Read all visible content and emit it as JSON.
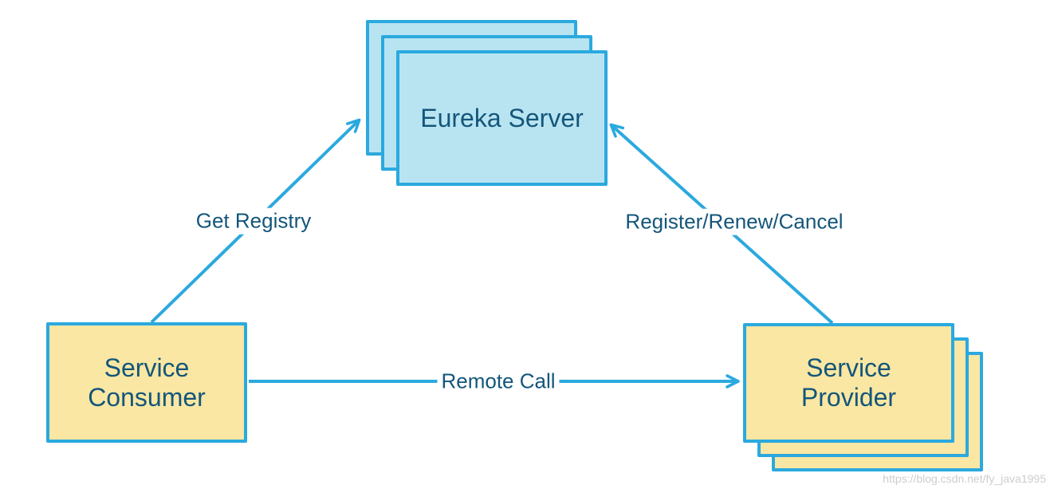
{
  "nodes": {
    "eureka": {
      "label": "Eureka Server"
    },
    "consumer": {
      "label": "Service\nConsumer"
    },
    "provider": {
      "label": "Service\nProvider"
    }
  },
  "edges": {
    "get_registry": {
      "label": "Get Registry",
      "from": "Service Consumer",
      "to": "Eureka Server"
    },
    "register": {
      "label": "Register/Renew/Cancel",
      "from": "Service Provider",
      "to": "Eureka Server"
    },
    "remote_call": {
      "label": "Remote Call",
      "from": "Service Consumer",
      "to": "Service Provider"
    }
  },
  "watermark": {
    "text": "https://blog.csdn.net/fy_java1995"
  },
  "colors": {
    "line": "#2ba9de",
    "blue_fill": "#b8e4f2",
    "yellow_fill": "#fae7a3",
    "text": "#14567a",
    "watermark": "#bdbdbd"
  }
}
